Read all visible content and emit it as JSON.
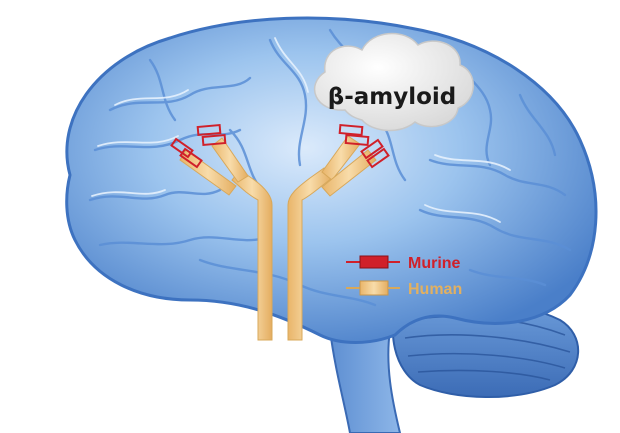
{
  "cloud": {
    "label": "β-amyloid"
  },
  "legend": {
    "items": [
      {
        "label": "Murine",
        "color": "#d0202a"
      },
      {
        "label": "Human",
        "color": "#e8b96e"
      }
    ]
  },
  "colors": {
    "brain_light": "#bcd8f5",
    "brain_mid": "#7fb0e6",
    "brain_dark": "#3d72c0",
    "antibody": "#f3cf90",
    "antibody_edge": "#d8a85a",
    "murine": "#d0202a",
    "cloud": "#f2f2f2"
  }
}
